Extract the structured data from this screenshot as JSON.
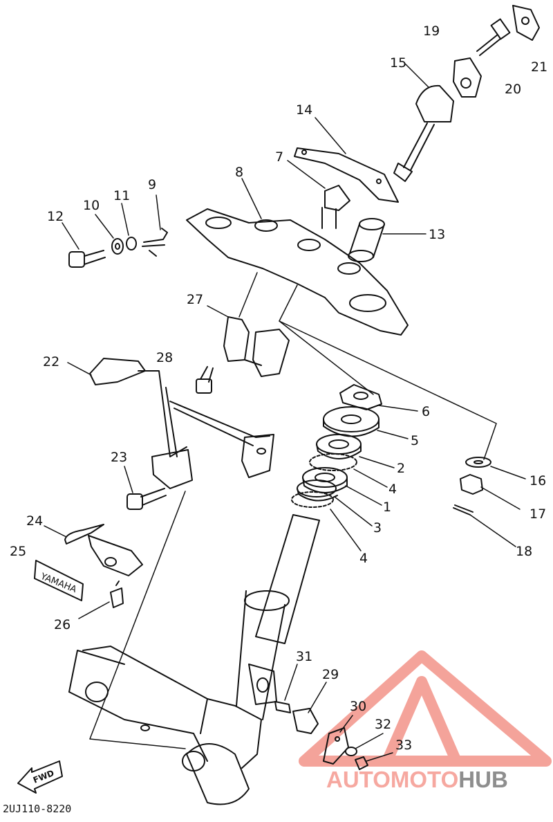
{
  "diagram": {
    "callouts": [
      {
        "id": "19",
        "text": "19"
      },
      {
        "id": "15",
        "text": "15"
      },
      {
        "id": "20",
        "text": "20"
      },
      {
        "id": "21",
        "text": "21"
      },
      {
        "id": "14",
        "text": "14"
      },
      {
        "id": "7",
        "text": "7"
      },
      {
        "id": "8",
        "text": "8"
      },
      {
        "id": "9",
        "text": "9"
      },
      {
        "id": "11",
        "text": "11"
      },
      {
        "id": "10",
        "text": "10"
      },
      {
        "id": "12",
        "text": "12"
      },
      {
        "id": "13",
        "text": "13"
      },
      {
        "id": "27",
        "text": "27"
      },
      {
        "id": "28",
        "text": "28"
      },
      {
        "id": "22",
        "text": "22"
      },
      {
        "id": "6",
        "text": "6"
      },
      {
        "id": "5",
        "text": "5"
      },
      {
        "id": "2",
        "text": "2"
      },
      {
        "id": "4a",
        "text": "4"
      },
      {
        "id": "1",
        "text": "1"
      },
      {
        "id": "3",
        "text": "3"
      },
      {
        "id": "4b",
        "text": "4"
      },
      {
        "id": "16",
        "text": "16"
      },
      {
        "id": "17",
        "text": "17"
      },
      {
        "id": "18",
        "text": "18"
      },
      {
        "id": "23",
        "text": "23"
      },
      {
        "id": "24",
        "text": "24"
      },
      {
        "id": "25",
        "text": "25"
      },
      {
        "id": "26",
        "text": "26"
      },
      {
        "id": "31",
        "text": "31"
      },
      {
        "id": "29",
        "text": "29"
      },
      {
        "id": "30",
        "text": "30"
      },
      {
        "id": "32",
        "text": "32"
      },
      {
        "id": "33",
        "text": "33"
      }
    ],
    "emblem_text": "YAMAHA",
    "fwd_label": "FWD",
    "drawing_code": "2UJ110-8220"
  },
  "watermark": {
    "part_a": "AUTOMOTO",
    "part_b": "HUB",
    "color_a": "#f6a8a0",
    "color_b": "#8e8e8e"
  }
}
